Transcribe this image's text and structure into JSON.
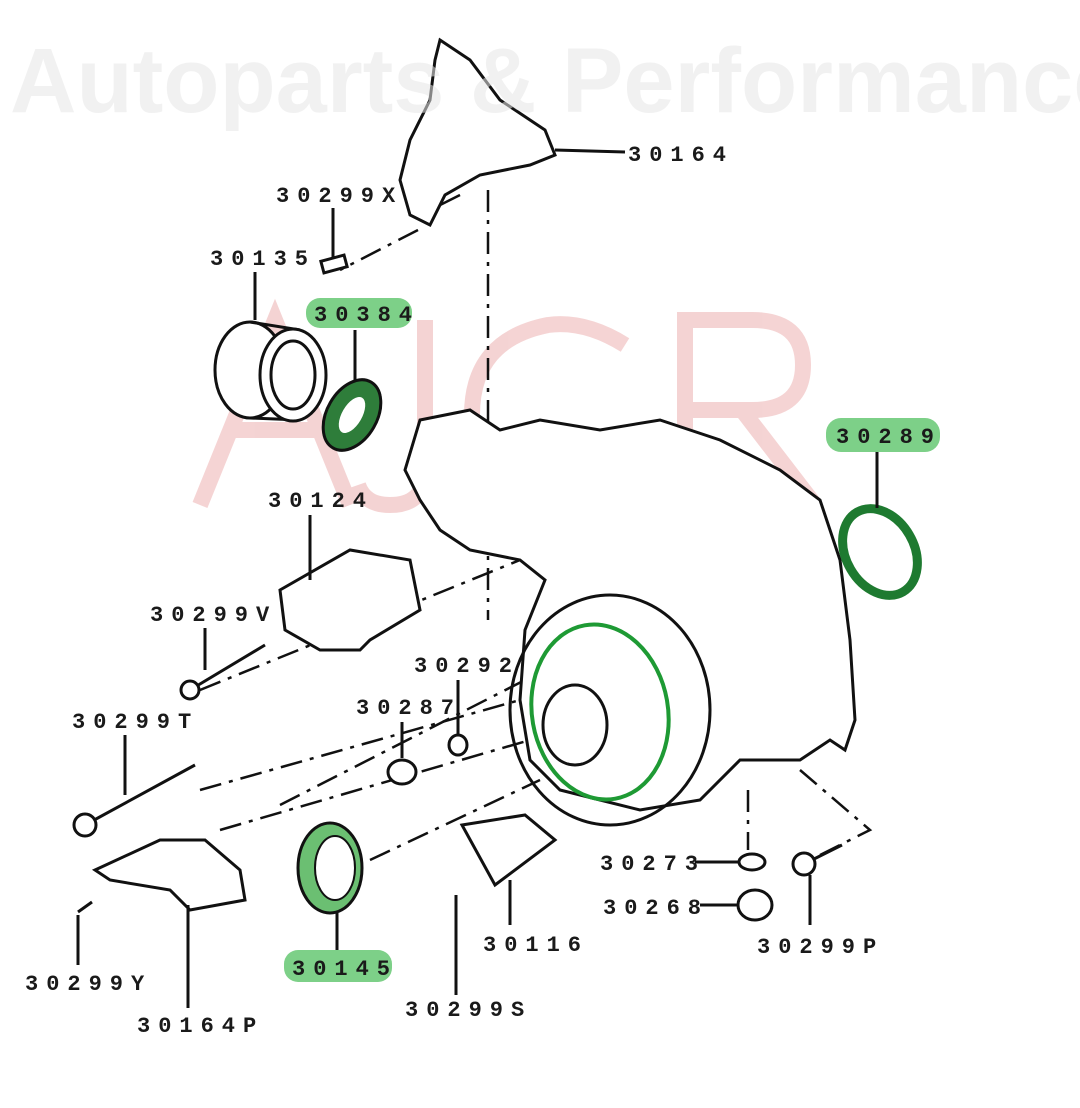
{
  "watermark": {
    "logo": "AJCR",
    "tagline": "Autoparts & Performance"
  },
  "highlight_color": "#3aa84a",
  "labels": {
    "p30164": "30164",
    "p30299X": "30299X",
    "p30135": "30135",
    "p30384": "30384",
    "p30289": "30289",
    "p30124": "30124",
    "p30299V": "30299V",
    "p30292": "30292",
    "p30287": "30287",
    "p30299T": "30299T",
    "p30145": "30145",
    "p30116": "30116",
    "p30273": "30273",
    "p30268": "30268",
    "p30299P": "30299P",
    "p30299Y": "30299Y",
    "p30164P": "30164P",
    "p30299S": "30299S"
  },
  "highlighted_parts": [
    "30384",
    "30289",
    "30145",
    "housing-seal-area"
  ]
}
